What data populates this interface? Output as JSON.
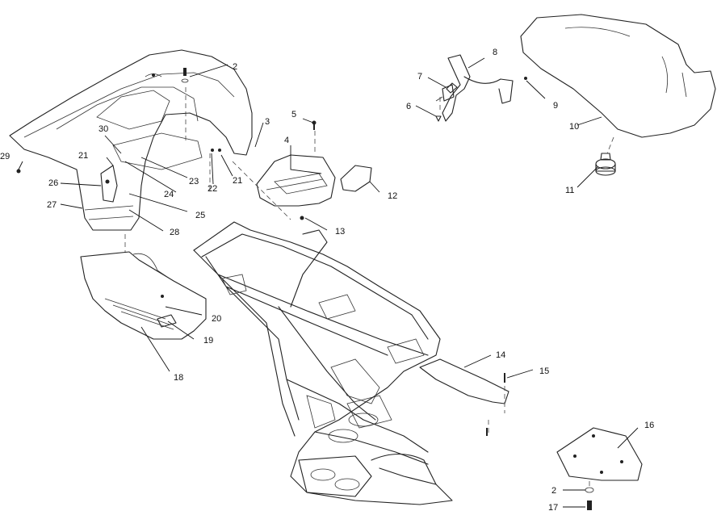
{
  "callouts": {
    "c1": "2",
    "c2": "3",
    "c3": "5",
    "c4": "4",
    "c5": "21",
    "c6": "22",
    "c7": "23",
    "c8": "24",
    "c9": "25",
    "c10": "28",
    "c11": "27",
    "c12": "26",
    "c13": "29",
    "c14": "30",
    "c15": "21",
    "c16": "12",
    "c17": "13",
    "c18": "20",
    "c19": "19",
    "c20": "18",
    "c21": "7",
    "c22": "8",
    "c23": "6",
    "c24": "9",
    "c25": "10",
    "c26": "11",
    "c27": "14",
    "c28": "15",
    "c29": "16",
    "c30": "2",
    "c31": "17"
  }
}
